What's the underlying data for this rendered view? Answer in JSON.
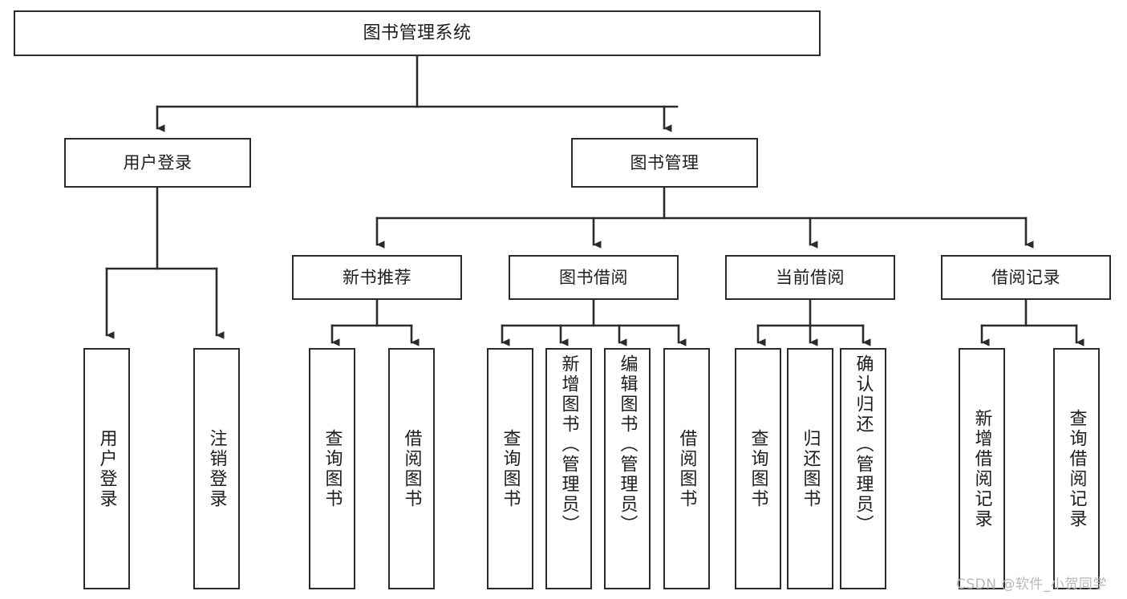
{
  "diagram": {
    "type": "tree-hierarchy-chart",
    "title": "图书管理系统",
    "orientation": "top-down",
    "edge_style": "orthogonal-with-arrowheads",
    "colors": {
      "box_border": "#2b2b2b",
      "box_fill": "#ffffff",
      "edge": "#2b2b2b",
      "text": "#1d1d1d",
      "background": "#ffffff",
      "watermark": "#b8b8b8"
    },
    "levels": [
      {
        "level": 1,
        "nodes": [
          {
            "id": "root",
            "label": "图书管理系统",
            "orientation": "horizontal"
          }
        ]
      },
      {
        "level": 2,
        "nodes": [
          {
            "id": "user-login",
            "label": "用户登录",
            "orientation": "horizontal",
            "parent": "root"
          },
          {
            "id": "book-manage",
            "label": "图书管理",
            "orientation": "horizontal",
            "parent": "root"
          }
        ]
      },
      {
        "level": 3,
        "nodes": [
          {
            "id": "new-book-recommend",
            "label": "新书推荐",
            "orientation": "horizontal",
            "parent": "book-manage"
          },
          {
            "id": "book-borrow",
            "label": "图书借阅",
            "orientation": "horizontal",
            "parent": "book-manage"
          },
          {
            "id": "current-borrow",
            "label": "当前借阅",
            "orientation": "horizontal",
            "parent": "book-manage"
          },
          {
            "id": "borrow-record",
            "label": "借阅记录",
            "orientation": "horizontal",
            "parent": "book-manage"
          }
        ]
      },
      {
        "level": 4,
        "nodes": [
          {
            "id": "leaf-user-login",
            "label": "用户登录",
            "orientation": "vertical",
            "parent": "user-login"
          },
          {
            "id": "leaf-user-logout",
            "label": "注销登录",
            "orientation": "vertical",
            "parent": "user-login"
          },
          {
            "id": "leaf-query-book-1",
            "label": "查询图书",
            "orientation": "vertical",
            "parent": "new-book-recommend"
          },
          {
            "id": "leaf-borrow-book-1",
            "label": "借阅图书",
            "orientation": "vertical",
            "parent": "new-book-recommend"
          },
          {
            "id": "leaf-query-book-2",
            "label": "查询图书",
            "orientation": "vertical",
            "parent": "book-borrow"
          },
          {
            "id": "leaf-add-book",
            "label": "新增图书（管理员）",
            "orientation": "vertical",
            "parent": "book-borrow"
          },
          {
            "id": "leaf-edit-book",
            "label": "编辑图书（管理员）",
            "orientation": "vertical",
            "parent": "book-borrow"
          },
          {
            "id": "leaf-borrow-book-2",
            "label": "借阅图书",
            "orientation": "vertical",
            "parent": "book-borrow"
          },
          {
            "id": "leaf-query-book-3",
            "label": "查询图书",
            "orientation": "vertical",
            "parent": "current-borrow"
          },
          {
            "id": "leaf-return-book",
            "label": "归还图书",
            "orientation": "vertical",
            "parent": "current-borrow"
          },
          {
            "id": "leaf-confirm-return",
            "label": "确认归还（管理员）",
            "orientation": "vertical",
            "parent": "current-borrow"
          },
          {
            "id": "leaf-add-record",
            "label": "新增借阅记录",
            "orientation": "vertical",
            "parent": "borrow-record"
          },
          {
            "id": "leaf-query-record",
            "label": "查询借阅记录",
            "orientation": "vertical",
            "parent": "borrow-record"
          }
        ]
      }
    ]
  },
  "watermark": {
    "text": "CSDN @软件_小贺同学"
  }
}
